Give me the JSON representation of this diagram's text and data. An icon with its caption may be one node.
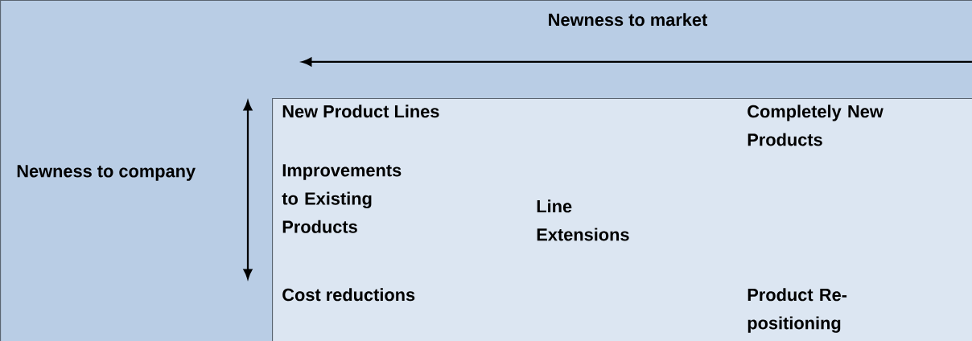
{
  "diagram": {
    "nodes": [
      {
        "text": [
          "Newness to market",
          "Newness to company"
        ]
      },
      {
        "text": [
          "New Product Lines",
          "Completely New Products",
          "Improvements to Existing Products",
          "Line Extensions",
          "Cost reductions",
          "Product Re-positioning"
        ],
        "in": 0
      }
    ]
  }
}
